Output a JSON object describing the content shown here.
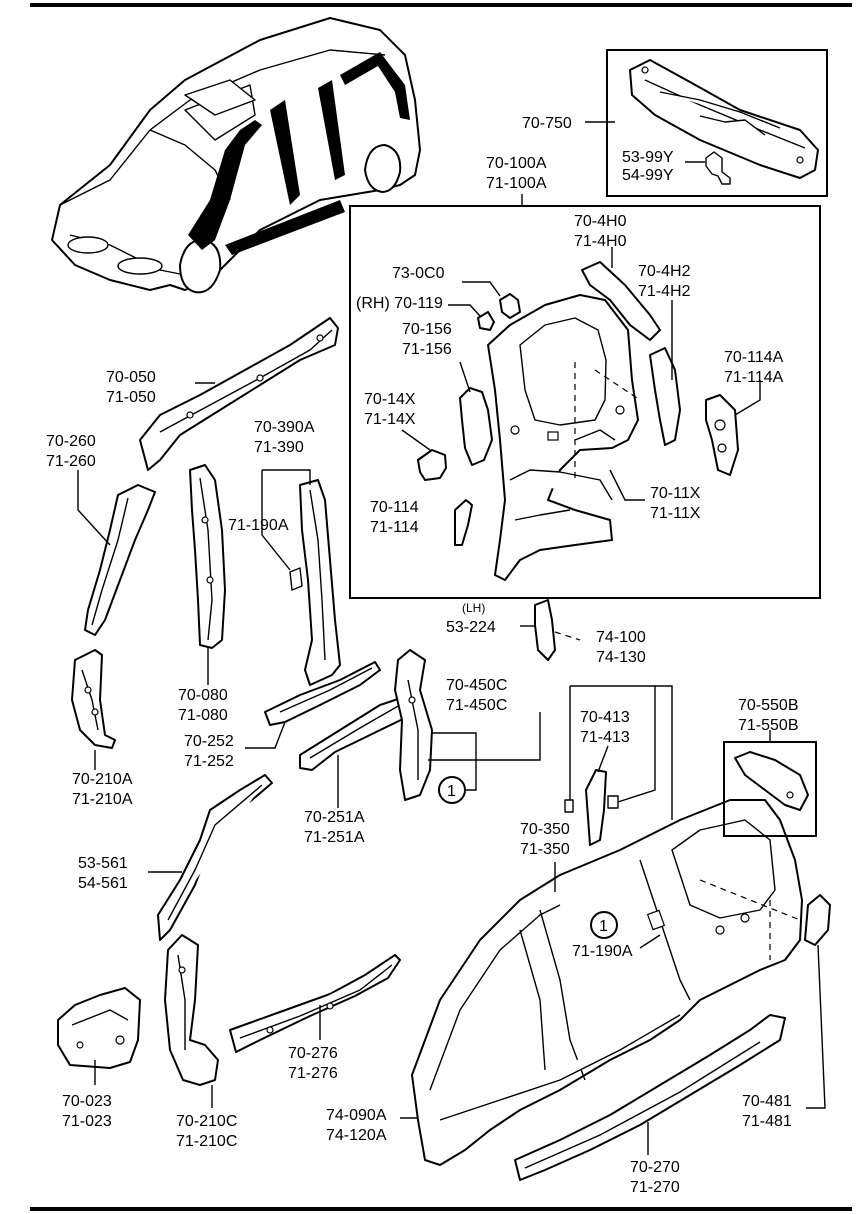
{
  "callouts": {
    "c_70_750": [
      "70-750"
    ],
    "c_53_99y": [
      "53-99Y",
      "54-99Y"
    ],
    "c_70_100a": [
      "70-100A",
      "71-100A"
    ],
    "c_70_4h0": [
      "70-4H0",
      "71-4H0"
    ],
    "c_73_0c0": [
      "73-0C0"
    ],
    "c_70_4h2": [
      "70-4H2",
      "71-4H2"
    ],
    "c_70_119": [
      "(RH) 70-119"
    ],
    "c_70_156": [
      "70-156",
      "71-156"
    ],
    "c_70_114a": [
      "70-114A",
      "71-114A"
    ],
    "c_70_14x": [
      "70-14X",
      "71-14X"
    ],
    "c_70_11x": [
      "70-11X",
      "71-11X"
    ],
    "c_70_114": [
      "70-114",
      "71-114"
    ],
    "c_70_050": [
      "70-050",
      "71-050"
    ],
    "c_70_390a": [
      "70-390A",
      "71-390"
    ],
    "c_70_260": [
      "70-260",
      "71-260"
    ],
    "c_71_190a_top": [
      "71-190A"
    ],
    "c_53_224_lh": [
      "(LH)"
    ],
    "c_53_224": [
      "53-224"
    ],
    "c_74_100": [
      "74-100",
      "74-130"
    ],
    "c_70_080": [
      "70-080",
      "71-080"
    ],
    "c_70_450c": [
      "70-450C",
      "71-450C"
    ],
    "c_70_413": [
      "70-413",
      "71-413"
    ],
    "c_70_550b": [
      "70-550B",
      "71-550B"
    ],
    "c_70_252": [
      "70-252",
      "71-252"
    ],
    "c_70_210a": [
      "70-210A",
      "71-210A"
    ],
    "c_70_251a": [
      "70-251A",
      "71-251A"
    ],
    "c_70_350": [
      "70-350",
      "71-350"
    ],
    "c_53_561": [
      "53-561",
      "54-561"
    ],
    "c_71_190a_low": [
      "71-190A"
    ],
    "c_70_276": [
      "70-276",
      "71-276"
    ],
    "c_70_023": [
      "70-023",
      "71-023"
    ],
    "c_70_210c": [
      "70-210C",
      "71-210C"
    ],
    "c_74_090a": [
      "74-090A",
      "74-120A"
    ],
    "c_70_481": [
      "70-481",
      "71-481"
    ],
    "c_70_270": [
      "70-270",
      "71-270"
    ]
  },
  "ref_markers": [
    "1",
    "1"
  ]
}
